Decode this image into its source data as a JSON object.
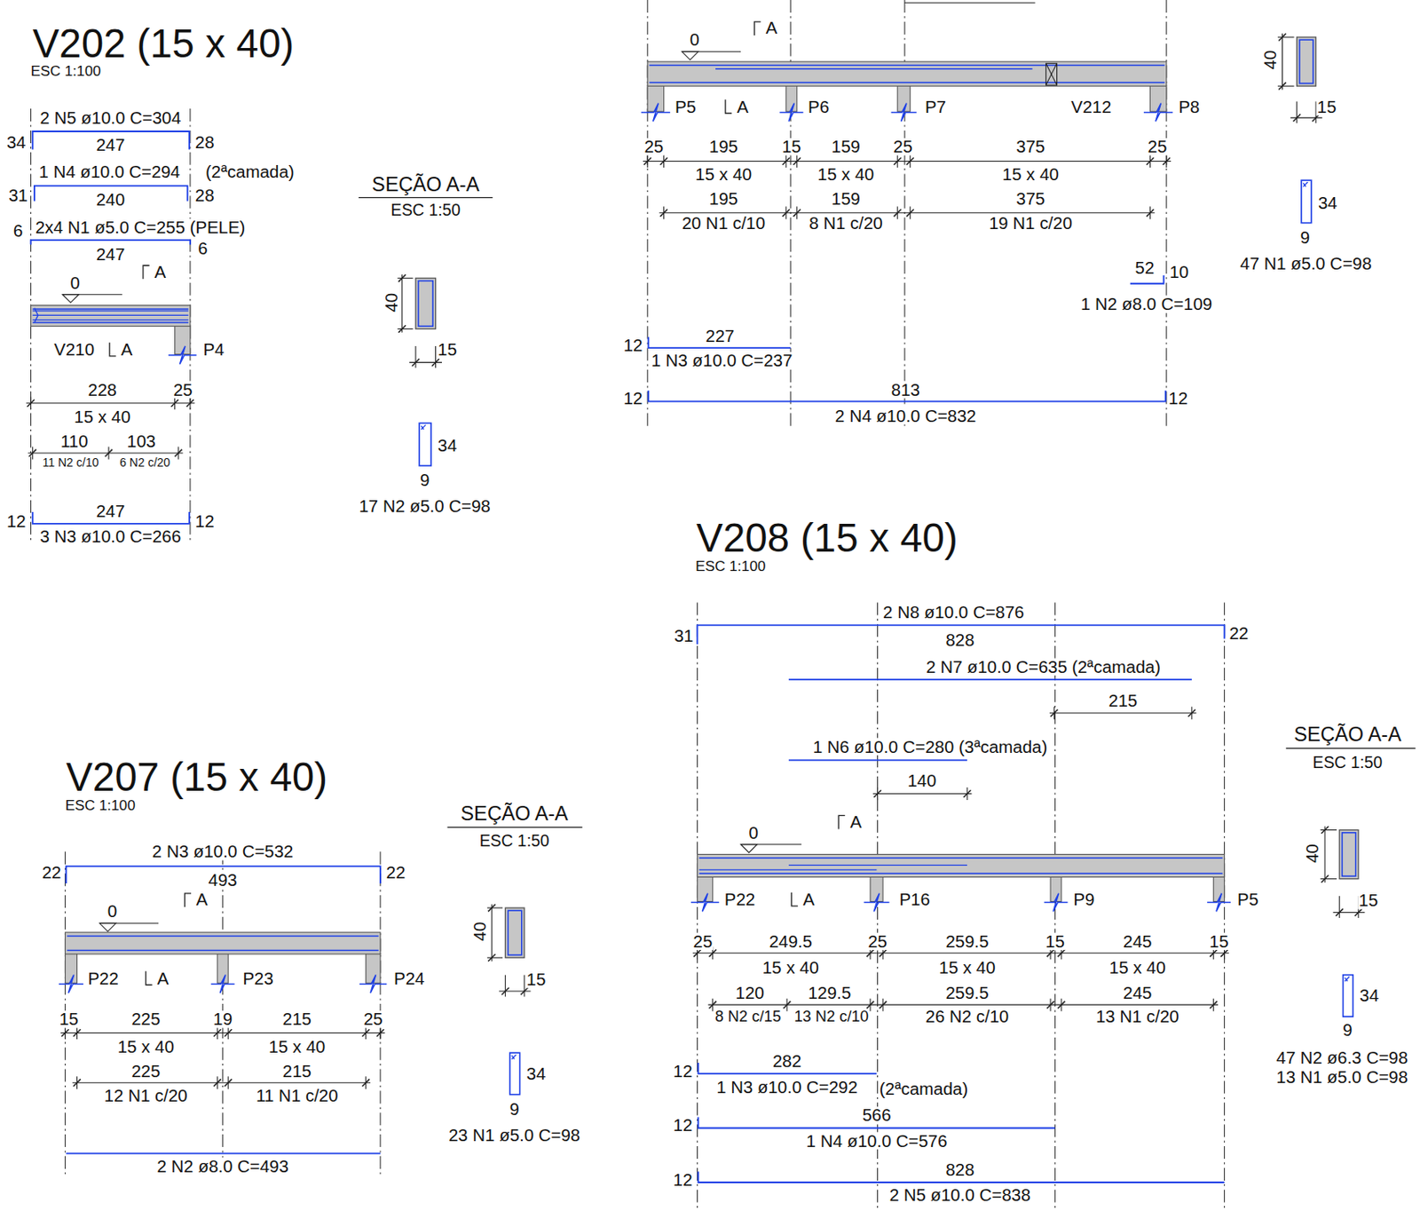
{
  "diagram": {
    "labels": [
      "V202 (15 x 40)",
      "ESC 1:100",
      "2 N5 ø10.0 C=304",
      "34",
      "247",
      "28",
      "1 N4 ø10.0 C=294",
      "(2ªcamada)",
      "31",
      "240",
      "28",
      "6",
      "2x4 N1 ø5.0 C=255 (PELE)",
      "247",
      "6",
      "0",
      "A",
      "V210",
      "A",
      "P4",
      "228",
      "25",
      "15 x 40",
      "110",
      "103",
      "11 N2 c/10",
      "6 N2 c/20",
      "247",
      "12",
      "12",
      "3 N3 ø10.0 C=266",
      "SEÇÃO A-A",
      "ESC 1:50",
      "40",
      "15",
      "34",
      "9",
      "17 N2 ø5.0 C=98",
      "0",
      "A",
      "P5",
      "A",
      "P6",
      "P7",
      "V212",
      "P8",
      "25",
      "195",
      "15",
      "159",
      "25",
      "375",
      "25",
      "15 x 40",
      "15 x 40",
      "15 x 40",
      "195",
      "159",
      "375",
      "20 N1 c/10",
      "8 N1 c/20",
      "19 N1 c/20",
      "52",
      "10",
      "1 N2 ø8.0 C=109",
      "227",
      "12",
      "1 N3 ø10.0 C=237",
      "813",
      "12",
      "12",
      "2 N4 ø10.0 C=832",
      "40",
      "15",
      "34",
      "9",
      "47 N1 ø5.0 C=98",
      "V208 (15 x 40)",
      "ESC 1:100",
      "2 N8 ø10.0 C=876",
      "31",
      "828",
      "22",
      "2 N7 ø10.0 C=635 (2ªcamada)",
      "215",
      "1 N6 ø10.0 C=280 (3ªcamada)",
      "140",
      "0",
      "A",
      "P22",
      "A",
      "P16",
      "P9",
      "P5",
      "25",
      "249.5",
      "25",
      "259.5",
      "15",
      "245",
      "15",
      "15 x 40",
      "15 x 40",
      "15 x 40",
      "120",
      "129.5",
      "259.5",
      "245",
      "8 N2 c/15",
      "13 N2 c/10",
      "26 N2 c/10",
      "13 N1 c/20",
      "282",
      "12",
      "1 N3 ø10.0 C=292",
      "(2ªcamada)",
      "566",
      "12",
      "1 N4 ø10.0 C=576",
      "828",
      "12",
      "2 N5 ø10.0 C=838",
      "SEÇÃO A-A",
      "ESC 1:50",
      "40",
      "15",
      "34",
      "9",
      "47 N2 ø6.3 C=98",
      "13 N1 ø5.0 C=98",
      "V207 (15 x 40)",
      "ESC 1:100",
      "2 N3 ø10.0 C=532",
      "22",
      "493",
      "22",
      "0",
      "A",
      "P22",
      "A",
      "P23",
      "P24",
      "15",
      "225",
      "19",
      "215",
      "25",
      "15 x 40",
      "15 x 40",
      "225",
      "215",
      "12 N1 c/20",
      "11 N1 c/20",
      "2 N2 ø8.0 C=493",
      "SEÇÃO A-A",
      "ESC 1:50",
      "40",
      "15",
      "34",
      "9",
      "23 N1 ø5.0 C=98"
    ]
  }
}
